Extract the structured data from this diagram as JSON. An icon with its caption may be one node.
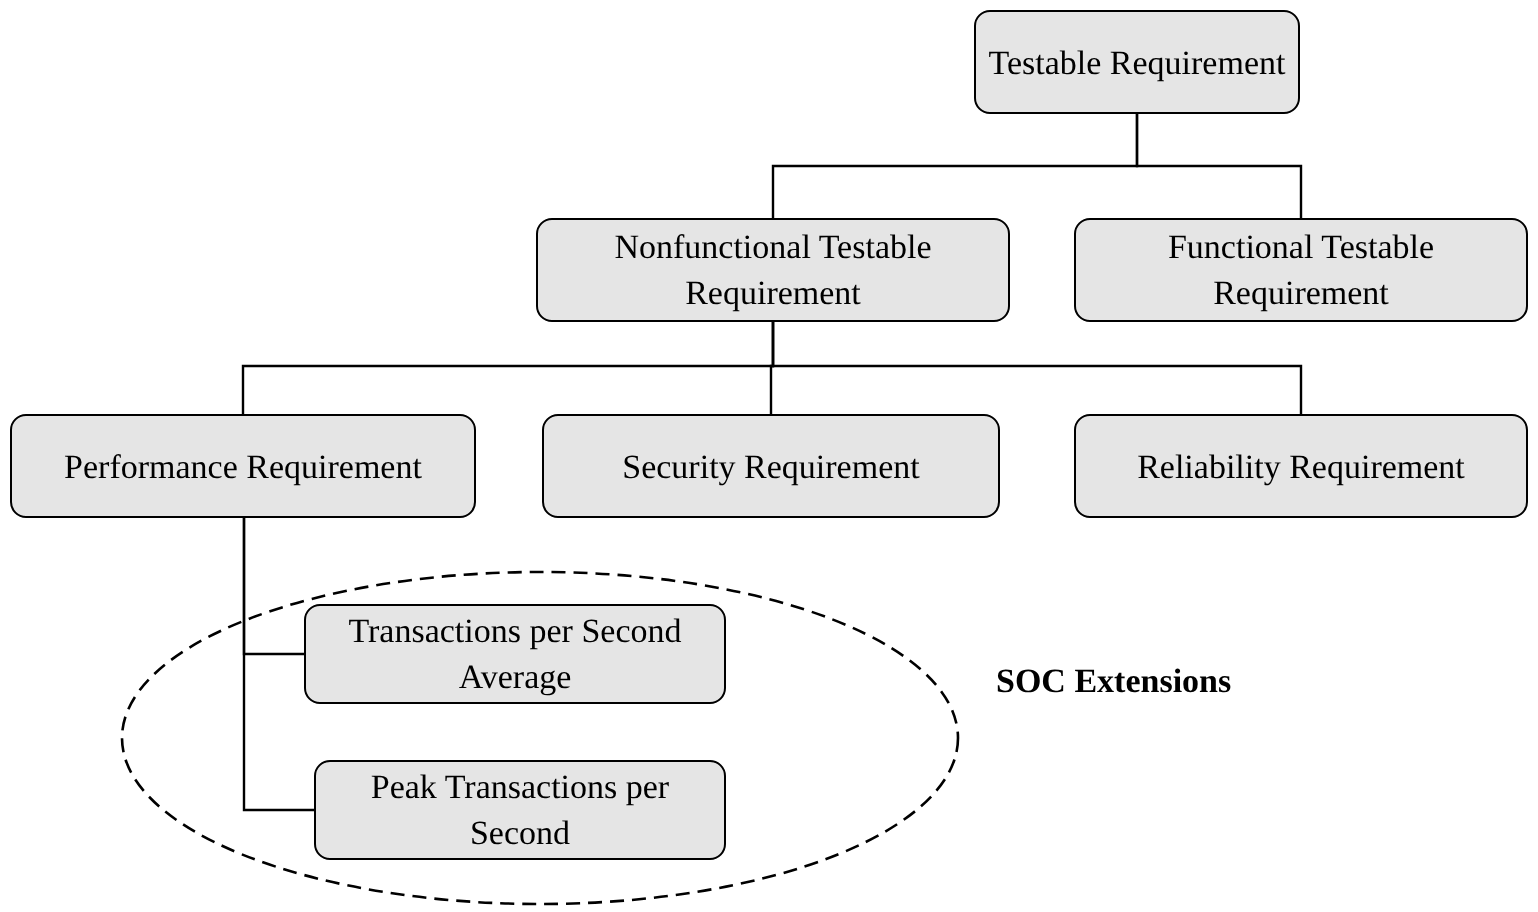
{
  "diagram": {
    "nodes": [
      {
        "text": [
          "Testable Requirement"
        ]
      },
      {
        "text": [
          "Nonfunctional Testable Requirement"
        ]
      },
      {
        "text": [
          "Functional Testable Requirement"
        ]
      },
      {
        "text": [
          "Performance Requirement"
        ]
      },
      {
        "text": [
          "Security Requirement"
        ]
      },
      {
        "text": [
          "Reliability Requirement"
        ]
      },
      {
        "text": [],
        "shape": "ellipse"
      },
      {
        "text": [
          "Transactions per Second Average"
        ],
        "in": 6
      },
      {
        "text": [
          "Peak Transactions per Second"
        ],
        "in": 6
      }
    ],
    "edges": [
      {
        "from": 0,
        "to": 1,
        "arrow": "none"
      },
      {
        "from": 0,
        "to": 2,
        "arrow": "none"
      },
      {
        "from": 1,
        "to": 3,
        "arrow": "none"
      },
      {
        "from": 1,
        "to": 4,
        "arrow": "none"
      },
      {
        "from": 1,
        "to": 5,
        "arrow": "none"
      },
      {
        "from": 3,
        "to": 7,
        "arrow": "none"
      },
      {
        "from": 3,
        "to": 8,
        "arrow": "none"
      }
    ],
    "labels": [
      "SOC Extensions"
    ]
  }
}
